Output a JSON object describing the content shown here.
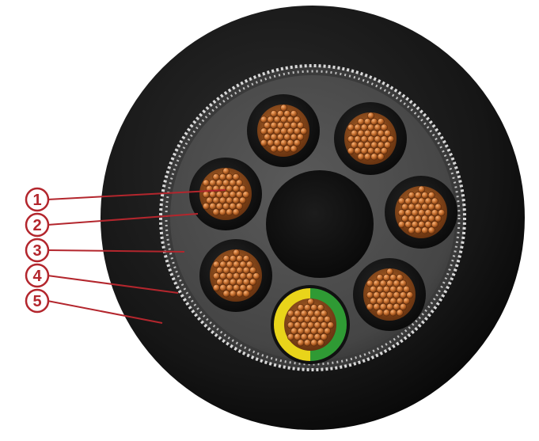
{
  "callouts": [
    {
      "number": "1"
    },
    {
      "number": "2"
    },
    {
      "number": "3"
    },
    {
      "number": "4"
    },
    {
      "number": "5"
    }
  ],
  "cable": {
    "conductor_count": 7,
    "core_color": "#8a4718",
    "core_highlight": "#e79a5e",
    "insulation_color": "#141414",
    "inner_sheath_color": "#4a4a4a",
    "outer_jacket_color": "#121212",
    "earth_colors": {
      "yellow": "#e9d41a",
      "green": "#2f9a34"
    },
    "callout_color": "#b3262d"
  }
}
